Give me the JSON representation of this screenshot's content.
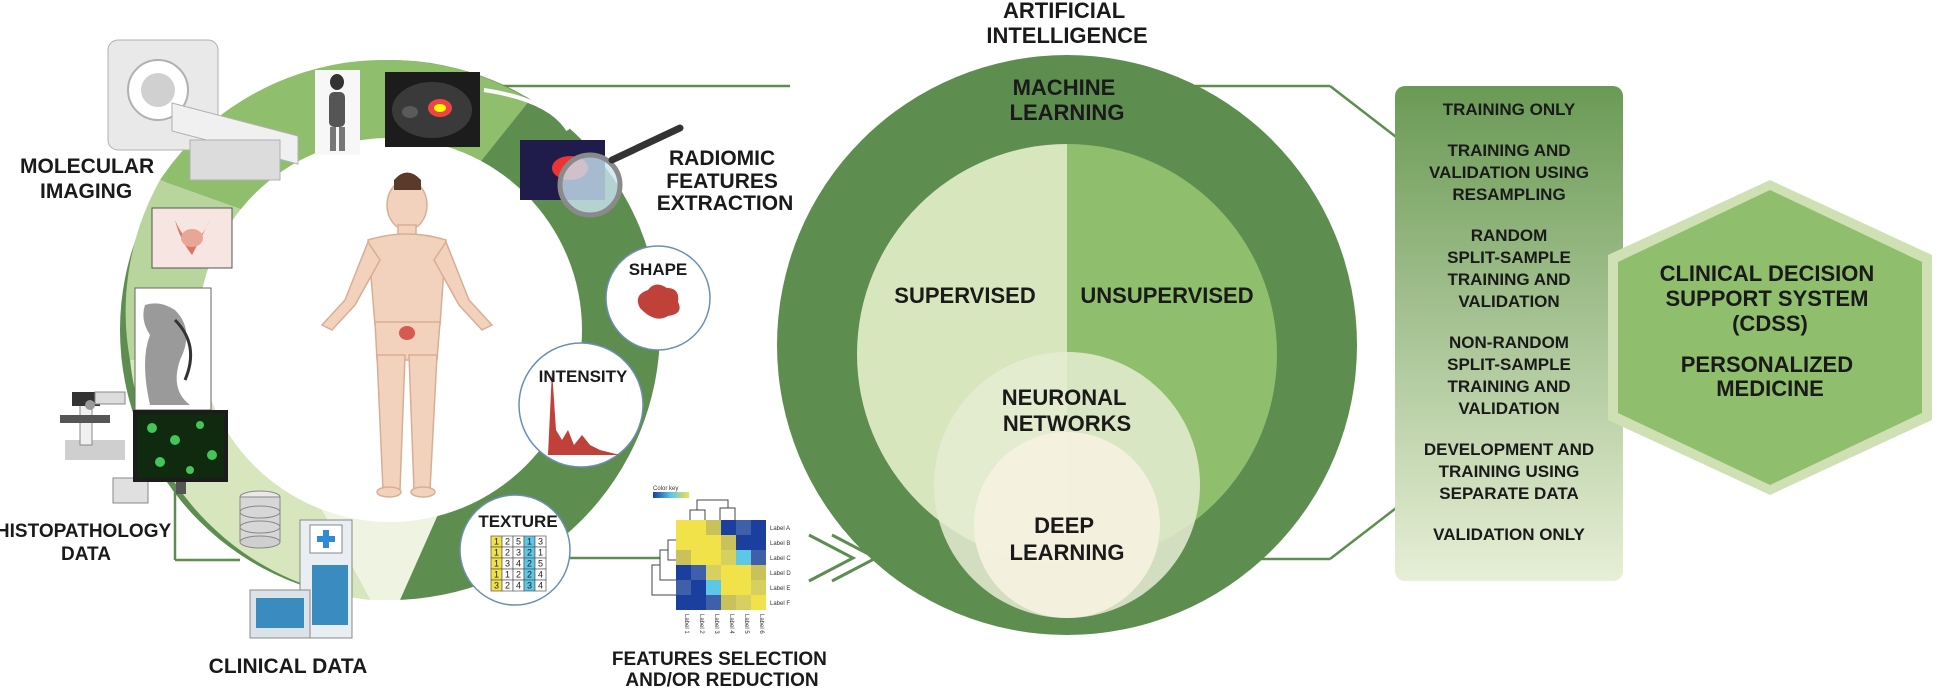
{
  "labels": {
    "molecular_imaging": [
      "MOLECULAR",
      "IMAGING"
    ],
    "radiomic_extraction": [
      "RADIOMIC",
      "FEATURES",
      "EXTRACTION"
    ],
    "histopathology": [
      "HISTOPATHOLOGY",
      "DATA"
    ],
    "clinical_data": "CLINICAL DATA",
    "features_selection": [
      "FEATURES SELECTION",
      "AND/OR REDUCTION"
    ],
    "shape": "SHAPE",
    "intensity": "INTENSITY",
    "texture": "TEXTURE",
    "artificial_intelligence": [
      "ARTIFICIAL",
      "INTELLIGENCE"
    ],
    "machine_learning": [
      "MACHINE",
      "LEARNING"
    ],
    "supervised": "SUPERVISED",
    "unsupervised": "UNSUPERVISED",
    "neuronal_networks": [
      "NEURONAL",
      "NETWORKS"
    ],
    "deep_learning": [
      "DEEP",
      "LEARNING"
    ],
    "cdss": [
      "CLINICAL DECISION",
      "SUPPORT  SYSTEM",
      "(CDSS)"
    ],
    "personalized_medicine": [
      "PERSONALIZED",
      "MEDICINE"
    ]
  },
  "validation_items": [
    [
      "TRAINING ONLY"
    ],
    [
      "TRAINING AND",
      "VALIDATION USING",
      "RESAMPLING"
    ],
    [
      "RANDOM",
      "SPLIT-SAMPLE",
      "TRAINING AND",
      "VALIDATION"
    ],
    [
      "NON-RANDOM",
      "SPLIT-SAMPLE",
      "TRAINING AND",
      "VALIDATION"
    ],
    [
      "DEVELOPMENT AND",
      "TRAINING USING",
      "SEPARATE DATA"
    ],
    [
      "VALIDATION ONLY"
    ]
  ],
  "heatmap": {
    "color_key": "Color key",
    "row_labels": [
      "Label A",
      "Label B",
      "Label C",
      "Label D",
      "Label E",
      "Label F"
    ],
    "col_labels": [
      "Label 1",
      "Label 2",
      "Label 3",
      "Label 4",
      "Label 5",
      "Label 6"
    ]
  },
  "texture_grid": [
    [
      "1",
      "2",
      "5",
      "1",
      "3"
    ],
    [
      "1",
      "2",
      "3",
      "2",
      "1"
    ],
    [
      "1",
      "3",
      "4",
      "2",
      "5"
    ],
    [
      "1",
      "1",
      "2",
      "2",
      "4"
    ],
    [
      "3",
      "2",
      "4",
      "3",
      "4"
    ]
  ],
  "colors": {
    "dark_green": "#5e8d50",
    "mid_green": "#8fbf6c",
    "light_green": "#a8cf8a",
    "pale_green": "#d7e6bd",
    "cream": "#f4f1df",
    "accent_yellow": "#f2e24a",
    "accent_cyan": "#5ac8e6",
    "accent_blue": "#1a3f9e"
  }
}
